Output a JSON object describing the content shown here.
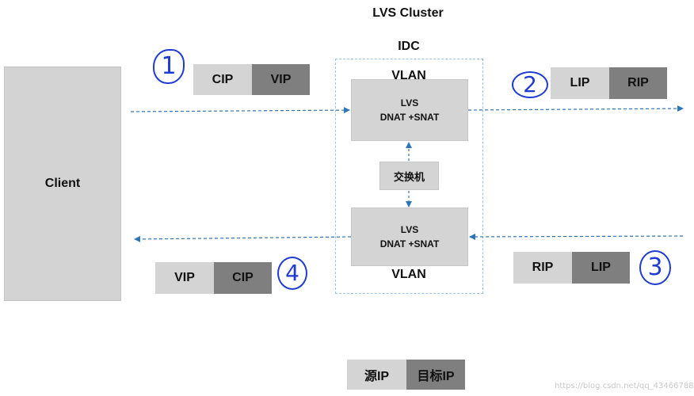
{
  "title": "LVS Cluster",
  "idc_label": "IDC",
  "vlan_top": "VLAN",
  "vlan_bottom": "VLAN",
  "client_label": "Client",
  "lvs_top": {
    "line1": "LVS",
    "line2": "DNAT +SNAT"
  },
  "lvs_bottom": {
    "line1": "LVS",
    "line2": "DNAT +SNAT"
  },
  "switch_label": "交换机",
  "packets": {
    "p1": {
      "number": "1",
      "src": "CIP",
      "dst": "VIP"
    },
    "p2": {
      "number": "2",
      "src": "LIP",
      "dst": "RIP"
    },
    "p3": {
      "number": "3",
      "src": "RIP",
      "dst": "LIP"
    },
    "p4": {
      "number": "4",
      "src": "VIP",
      "dst": "CIP"
    }
  },
  "legend": {
    "src": "源IP",
    "dst": "目标IP"
  },
  "watermark": "https://blog.csdn.net/qq_43466788",
  "colors": {
    "box_light": "#d4d4d4",
    "box_dark": "#7f7f7f",
    "arrow": "#2e75b6",
    "idc_border": "#9dc3e6",
    "annotation": "#1f3bd1"
  }
}
